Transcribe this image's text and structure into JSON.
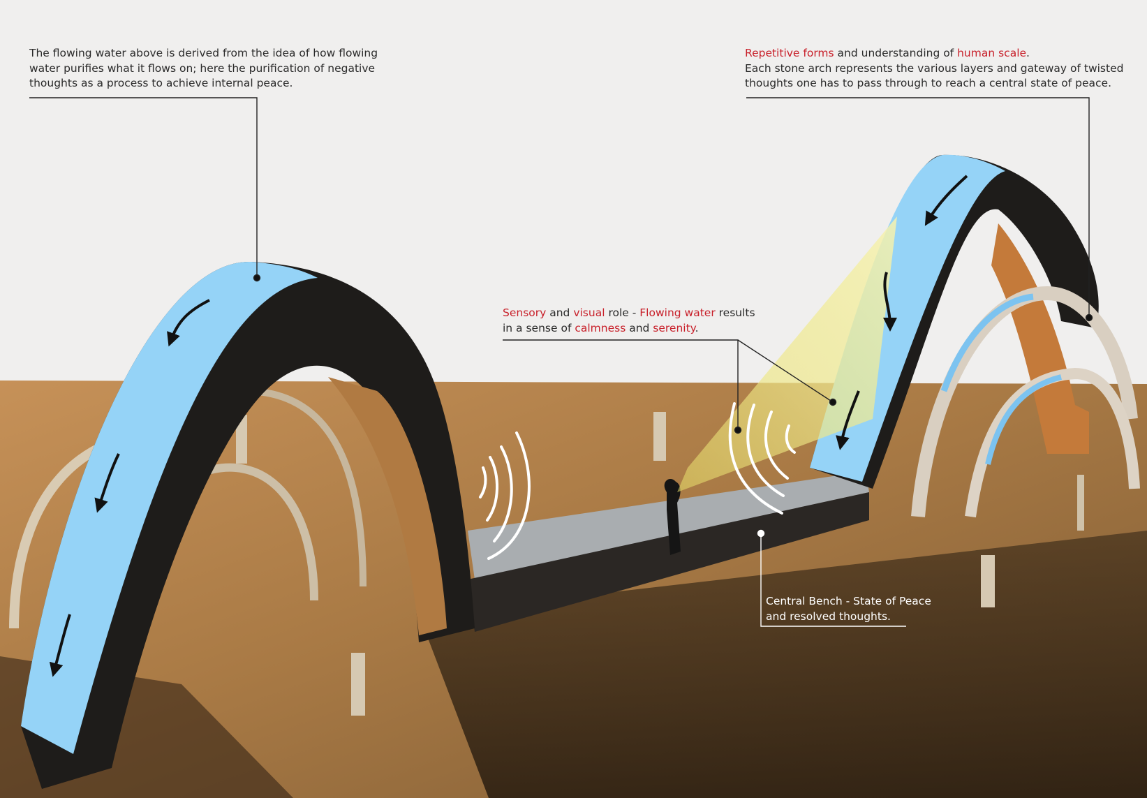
{
  "annotations": {
    "water": {
      "line1": "The flowing water above is derived from the idea of how flowing",
      "line2": "water purifies what it flows on; here the purification of negative",
      "line3": "thoughts as a process to achieve internal peace."
    },
    "arch": {
      "l1_red1": "Repetitive forms",
      "l1_mid": " and understanding of ",
      "l1_red2": "human scale",
      "l1_end": ".",
      "line2": "Each stone arch represents the various layers and gateway of twisted",
      "line3": "thoughts one has to pass through to reach a central state of peace."
    },
    "sensory": {
      "red1": "Sensory",
      "t1": " and ",
      "red2": "visual",
      "t2": " role - ",
      "red3": "Flowing water",
      "t3": " results",
      "t4": "in a sense of ",
      "red4": "calmness",
      "t5": " and ",
      "red5": "serenity",
      "t6": "."
    },
    "bench": {
      "line1": "Central Bench - State of Peace",
      "line2": "and resolved thoughts."
    }
  },
  "colors": {
    "background": "#f0efee",
    "highlight_red": "#c8202a",
    "water_blue": "#95d3f7",
    "cardboard": "#b8834a",
    "corrugated_dark": "#1e1c1a",
    "light_cone": "#f5f1a8"
  },
  "icons": [
    "flow-arrow-icon",
    "sound-wave-icon"
  ]
}
